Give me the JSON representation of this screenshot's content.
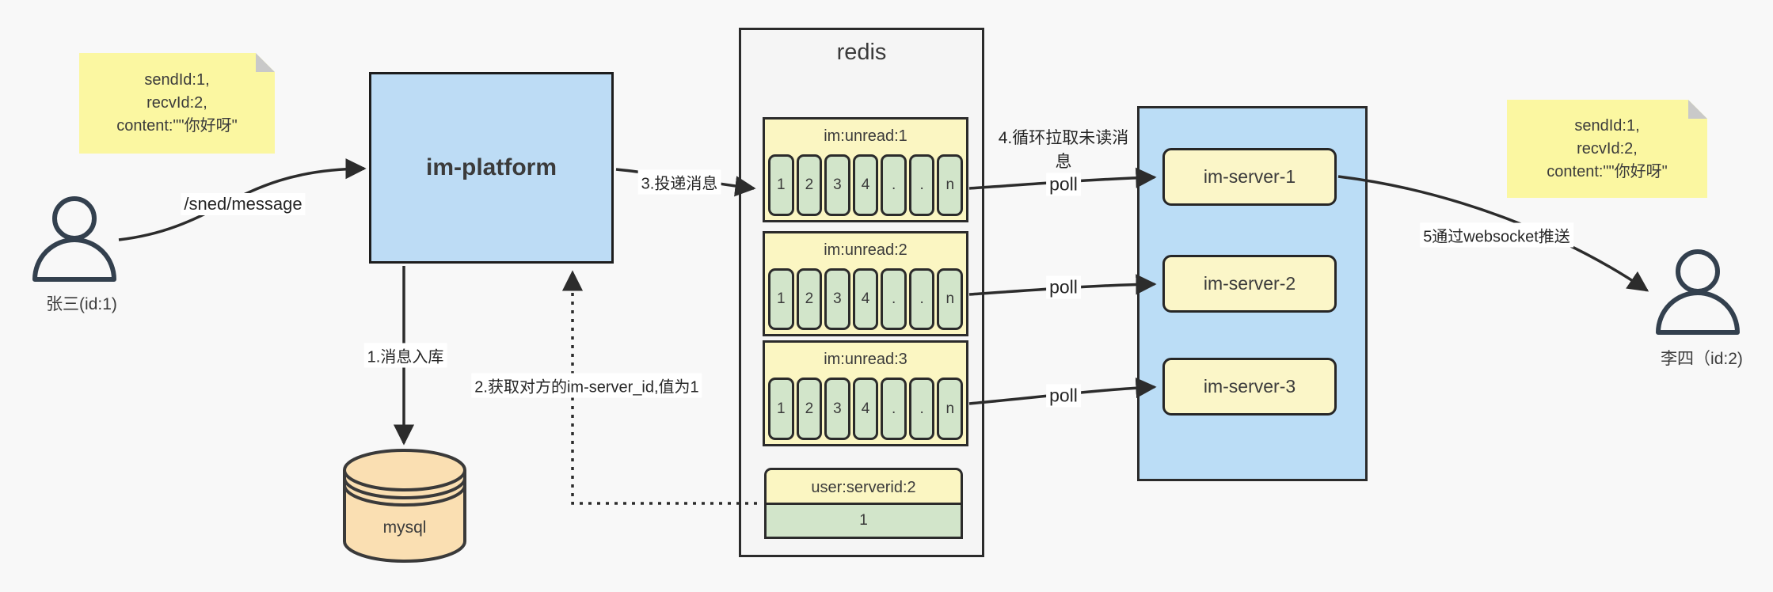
{
  "colors": {
    "background": "#f8f8f8",
    "note_yellow": "#fbf7a1",
    "note_fold_gray": "#c9c9c9",
    "box_blue": "#bddcf5",
    "box_yellow": "#fbf6c2",
    "cell_green": "#d2e5ca",
    "panel_gray": "#f5f5f5",
    "mysql_tan": "#fadfb2",
    "ink": "#2b2b2b"
  },
  "sender": {
    "label": "张三(id:1)"
  },
  "receiver": {
    "label": "李四（id:2)"
  },
  "note_left": {
    "line1": "sendId:1,",
    "line2": "recvId:2,",
    "line3": "content:\"\"你好呀\""
  },
  "note_right": {
    "line1": "sendId:1,",
    "line2": "recvId:2,",
    "line3": "content:\"\"你好呀\""
  },
  "platform": {
    "label": "im-platform"
  },
  "mysql": {
    "label": "mysql"
  },
  "redis": {
    "title": "redis",
    "lists": [
      {
        "header": "im:unread:1",
        "cells": [
          "1",
          "2",
          "3",
          "4",
          ".",
          ".",
          "n"
        ]
      },
      {
        "header": "im:unread:2",
        "cells": [
          "1",
          "2",
          "3",
          "4",
          ".",
          ".",
          "n"
        ]
      },
      {
        "header": "im:unread:3",
        "cells": [
          "1",
          "2",
          "3",
          "4",
          ".",
          ".",
          "n"
        ]
      }
    ],
    "kv": {
      "header": "user:serverid:2",
      "value": "1"
    }
  },
  "cluster": {
    "servers": [
      {
        "label": "im-server-1"
      },
      {
        "label": "im-server-2"
      },
      {
        "label": "im-server-3"
      }
    ]
  },
  "labels": {
    "send_api": "/sned/message",
    "step1": "1.消息入库",
    "step2": "2.获取对方的im-server_id,值为1",
    "step3": "3.投递消息",
    "step4": "4.循环拉取未读消息",
    "step5": "5通过websocket推送",
    "poll": "poll"
  }
}
